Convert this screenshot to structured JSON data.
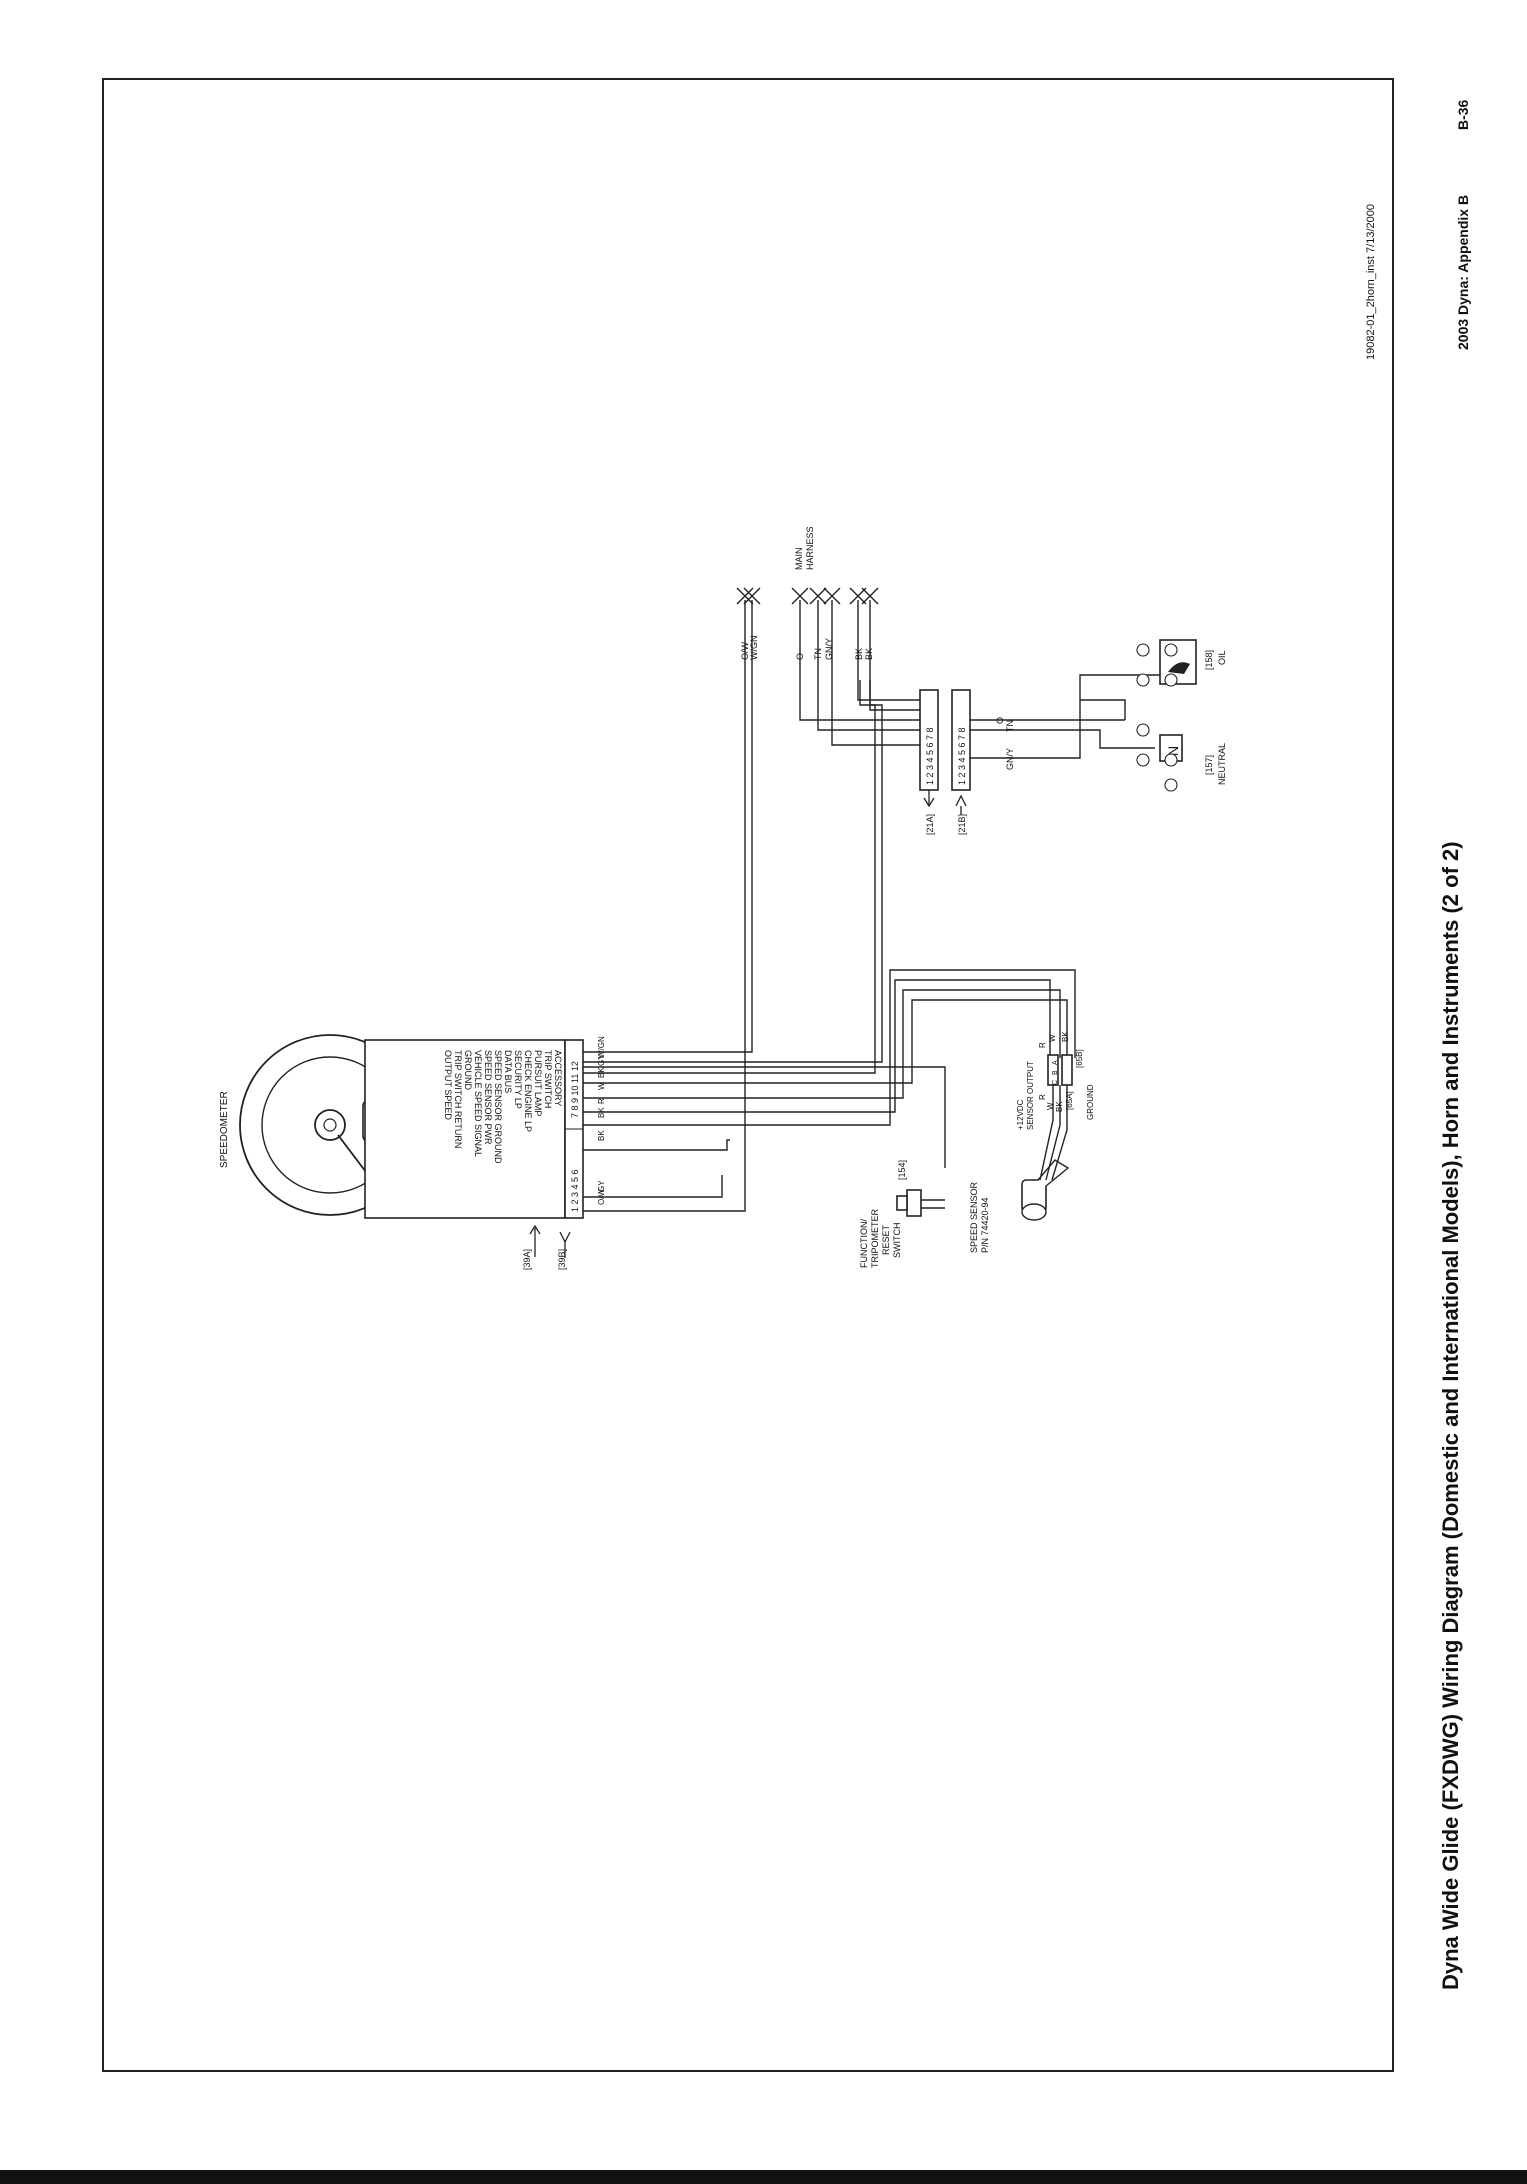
{
  "title": "Dyna Wide Glide (FXDWG) Wiring Diagram (Domestic and International Models), Horn and Instruments (2 of 2)",
  "footer": {
    "doc": "2003 Dyna: Appendix B",
    "page": "B-36"
  },
  "drawing_id": "19082-01_2horn_inst   7/13/2000",
  "speedometer": {
    "label": "SPEEDOMETER",
    "connector_a": "[39A]",
    "connector_b": "[39B]",
    "pin_numbers_left": "1 2 3 4 5 6",
    "pin_numbers_right": "7 8 9 10 11 12",
    "functions": [
      "ACCESSORY",
      "TRIP SWITCH",
      "PURSUIT LAMP",
      "CHECK ENGINE LP",
      "SECURITY LP",
      "DATA BUS",
      "SPEED SENSOR GROUND",
      "SPEED SENSOR PWR",
      "VEHICLE SPEED SIGNAL",
      "GROUND",
      "TRIP SWITCH RETURN",
      "OUTPUT SPEED"
    ],
    "wire_colors": {
      "p1": "O/W",
      "p2": "GY",
      "p6": "BK",
      "p7": "BK",
      "p8": "R",
      "p9": "W",
      "p10": "BK",
      "p11": "GY",
      "p12": "W/GN"
    }
  },
  "reset_switch": {
    "id": "[154]",
    "label_lines": [
      "FUNCTION/",
      "TRIPOMETER",
      "RESET",
      "SWITCH"
    ]
  },
  "speed_sensor": {
    "label_lines": [
      "SPEED SENSOR",
      "P/N 74420-94"
    ],
    "connector_a": "[65A]",
    "connector_b": "[65B]",
    "pins": [
      "A",
      "B",
      "C"
    ],
    "annotations": [
      "+12VDC",
      "SENSOR OUTPUT",
      "GROUND"
    ],
    "wires_a": [
      "R",
      "W",
      "BK"
    ],
    "wires_b": [
      "R",
      "W",
      "BK"
    ]
  },
  "main_harness": {
    "label_lines": [
      "MAIN",
      "HARNESS"
    ],
    "pass_through_wires": [
      "O/W",
      "W/GN"
    ],
    "wires": [
      "O",
      "TN",
      "GN/Y",
      "BK",
      "BK"
    ]
  },
  "connector_21": {
    "a": "[21A]",
    "b": "[21B]",
    "pins": "1 2 3 4 5 6 7 8",
    "wires_out": [
      "O",
      "TN",
      "GN/Y"
    ]
  },
  "neutral_switch": {
    "id": "[157]",
    "label": "NEUTRAL",
    "symbol": "N"
  },
  "oil_switch": {
    "id": "[158]",
    "label": "OIL"
  }
}
